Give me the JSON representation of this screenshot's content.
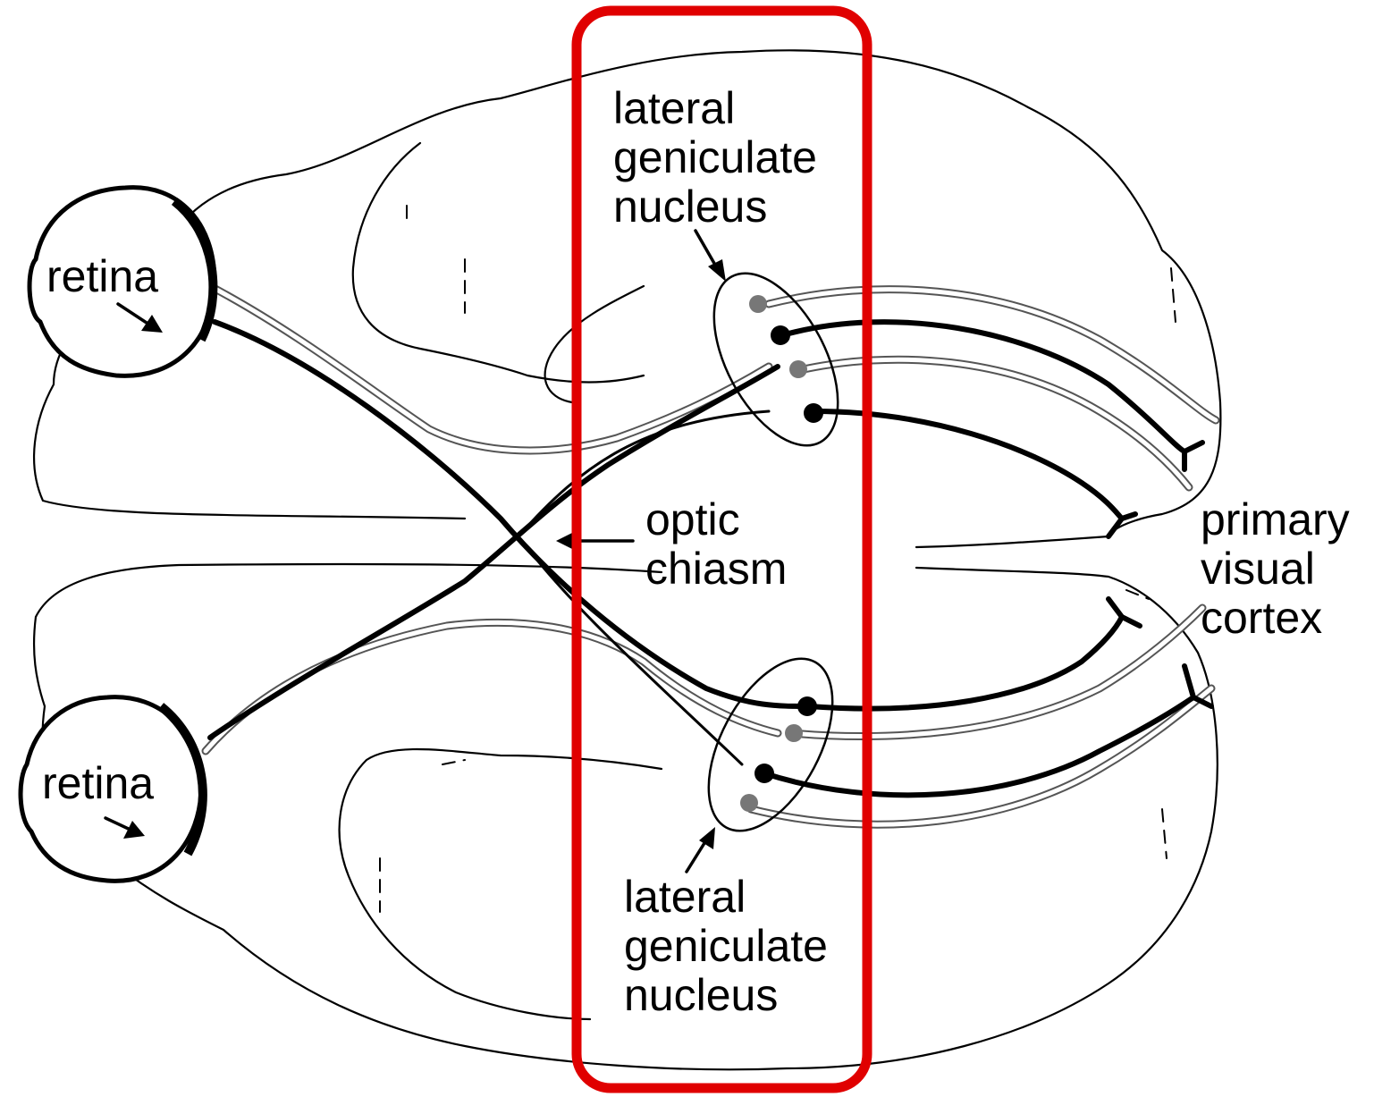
{
  "labels": {
    "retina_top": "retina",
    "retina_bottom": "retina",
    "lgn_top": [
      "lateral",
      "geniculate",
      "nucleus"
    ],
    "lgn_bottom": [
      "lateral",
      "geniculate",
      "nucleus"
    ],
    "optic_chiasm": [
      "optic",
      "chiasm"
    ],
    "primary_visual_cortex": [
      "primary",
      "visual",
      "cortex"
    ]
  },
  "colors": {
    "highlight": "#e00000",
    "line": "#000000",
    "gray_fiber": "#555555"
  }
}
